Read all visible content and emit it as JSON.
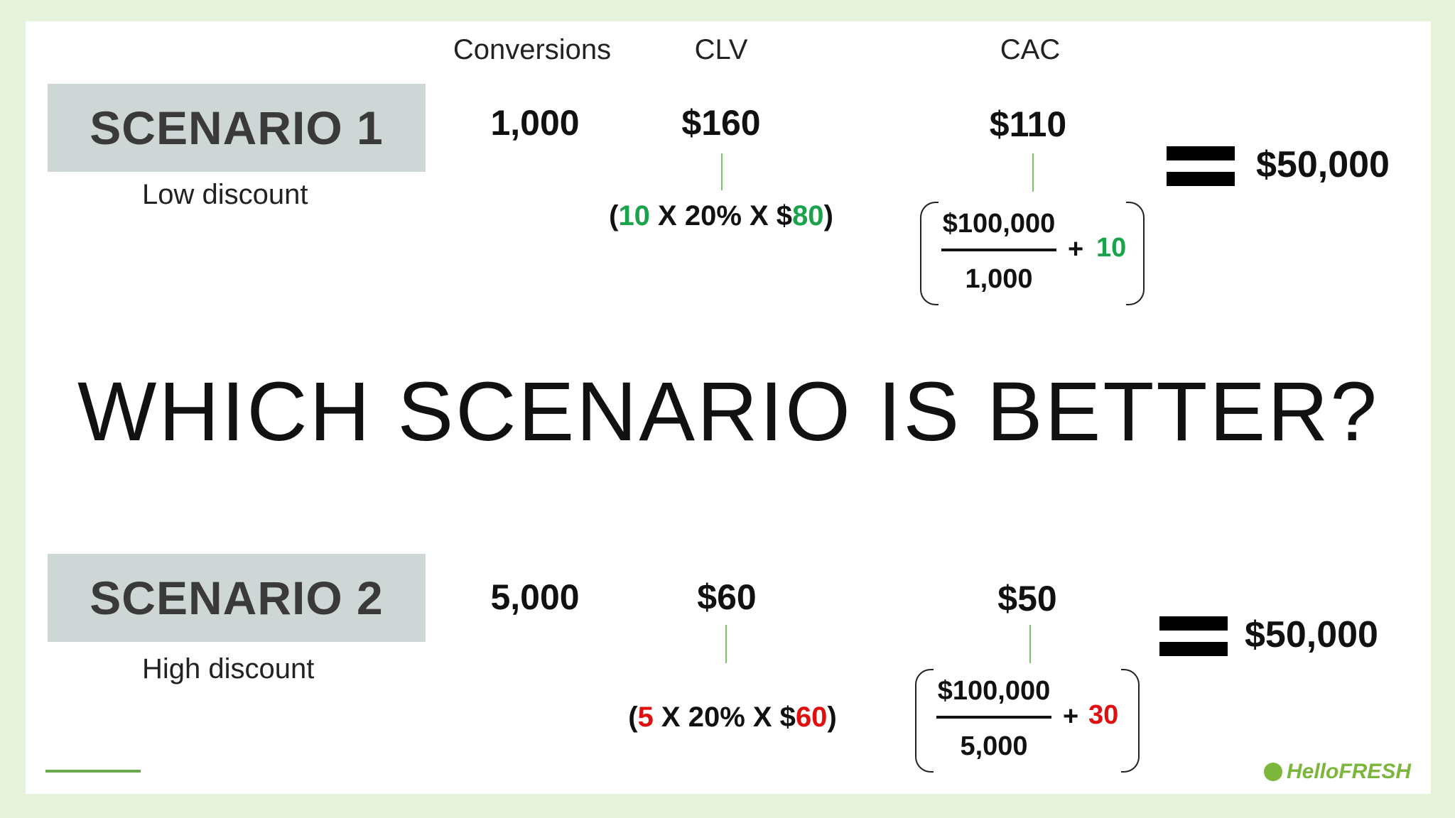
{
  "columns": {
    "conversions": "Conversions",
    "clv": "CLV",
    "cac": "CAC"
  },
  "question": "WHICH SCENARIO IS BETTER?",
  "scenario1": {
    "title": "SCENARIO 1",
    "subtitle": "Low discount",
    "conversions": "1,000",
    "clv": "$160",
    "clv_formula": {
      "open": "(",
      "a": "10",
      "mid": " X 20% X $",
      "b": "80",
      "close": ")"
    },
    "cac": "$110",
    "cac_formula": {
      "numerator": "$100,000",
      "denominator": "1,000",
      "plus": "+",
      "addend": "10"
    },
    "result": "$50,000"
  },
  "scenario2": {
    "title": "SCENARIO 2",
    "subtitle": "High discount",
    "conversions": "5,000",
    "clv": "$60",
    "clv_formula": {
      "open": "(",
      "a": "5",
      "mid": " X 20% X $",
      "b": "60",
      "close": ")"
    },
    "cac": "$50",
    "cac_formula": {
      "numerator": "$100,000",
      "denominator": "5,000",
      "plus": "+",
      "addend": "30"
    },
    "result": "$50,000"
  },
  "logo": {
    "text": "HelloFRESH"
  },
  "colors": {
    "green": "#1aa34a",
    "red": "#e01010",
    "box": "#cfd6d6",
    "accent": "#7cc46b"
  }
}
